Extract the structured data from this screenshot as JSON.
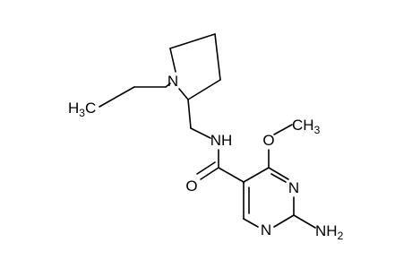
{
  "molecule": {
    "labels": {
      "propyl_ch3": {
        "main": "H",
        "sub": "3",
        "tail": "C"
      },
      "ring_nitrogen": "N",
      "amide_nh": "NH",
      "methoxy_o": "O",
      "methoxy_ch3": {
        "main": "CH",
        "sub": "3"
      },
      "carbonyl_o": "O",
      "pyrimidine_n3": "N",
      "pyrimidine_n1": "N",
      "amino": {
        "main": "NH",
        "sub": "2"
      }
    },
    "colors": {
      "bond": "#000000",
      "text": "#000000",
      "background": "#ffffff"
    }
  }
}
